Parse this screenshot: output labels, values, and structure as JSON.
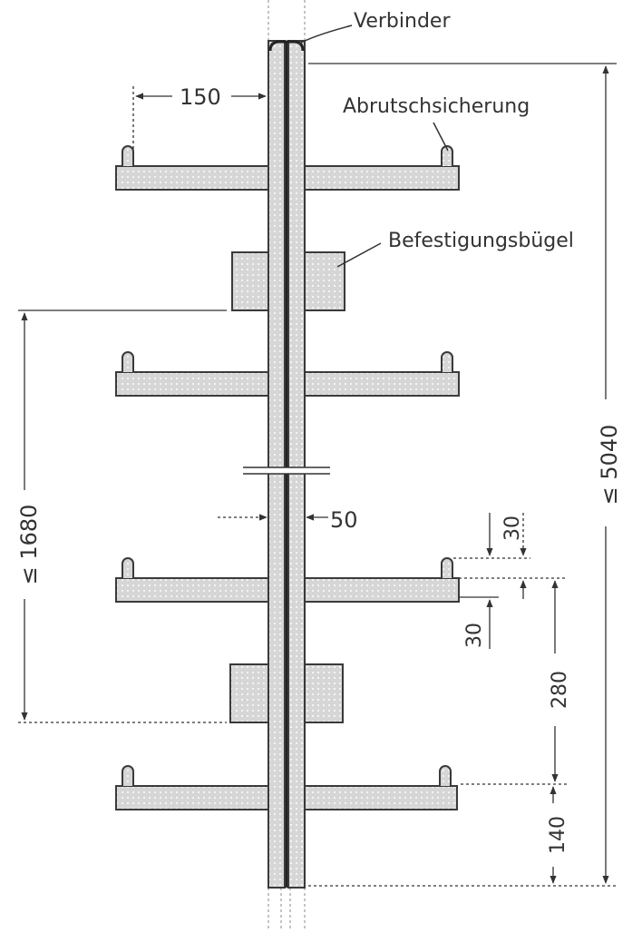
{
  "diagram": {
    "type": "technical-drawing",
    "subject": "cantilever rack column with arms",
    "colors": {
      "line": "#3a3a3a",
      "fill": "#d9d9d9",
      "dim": "#444444",
      "background": "#ffffff"
    },
    "labels": {
      "connector": "Verbinder",
      "slip_guard": "Abrutschsicherung",
      "mounting_bracket": "Befestigungsbügel"
    },
    "dimensions": {
      "arm_length": "150",
      "column_width": "50",
      "total_height": "≤ 5040",
      "bracket_spacing": "≤ 1680",
      "guard_height": "30",
      "arm_thickness": "30",
      "arm_spacing": "280",
      "bottom_offset": "140"
    }
  }
}
